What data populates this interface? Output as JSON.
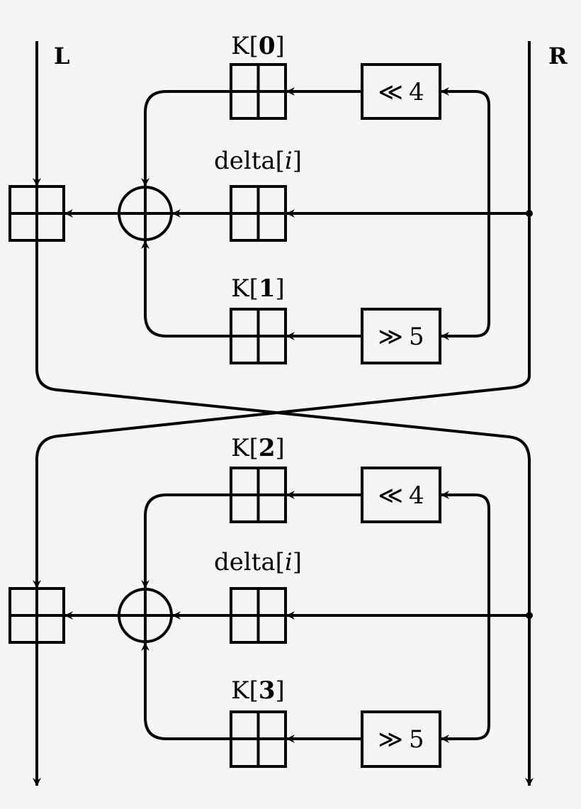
{
  "io": {
    "left_label": "L",
    "right_label": "R"
  },
  "rounds": [
    {
      "key_top": {
        "prefix": "K[",
        "index": "0",
        "suffix": "]"
      },
      "delta": {
        "prefix": "delta[",
        "index": "i",
        "suffix": "]"
      },
      "key_bottom": {
        "prefix": "K[",
        "index": "1",
        "suffix": "]"
      },
      "shift_left": {
        "symbol": "≪",
        "amount": "4"
      },
      "shift_right": {
        "symbol": "≫",
        "amount": "5"
      }
    },
    {
      "key_top": {
        "prefix": "K[",
        "index": "2",
        "suffix": "]"
      },
      "delta": {
        "prefix": "delta[",
        "index": "i",
        "suffix": "]"
      },
      "key_bottom": {
        "prefix": "K[",
        "index": "3",
        "suffix": "]"
      },
      "shift_left": {
        "symbol": "≪",
        "amount": "4"
      },
      "shift_right": {
        "symbol": "≫",
        "amount": "5"
      }
    }
  ]
}
